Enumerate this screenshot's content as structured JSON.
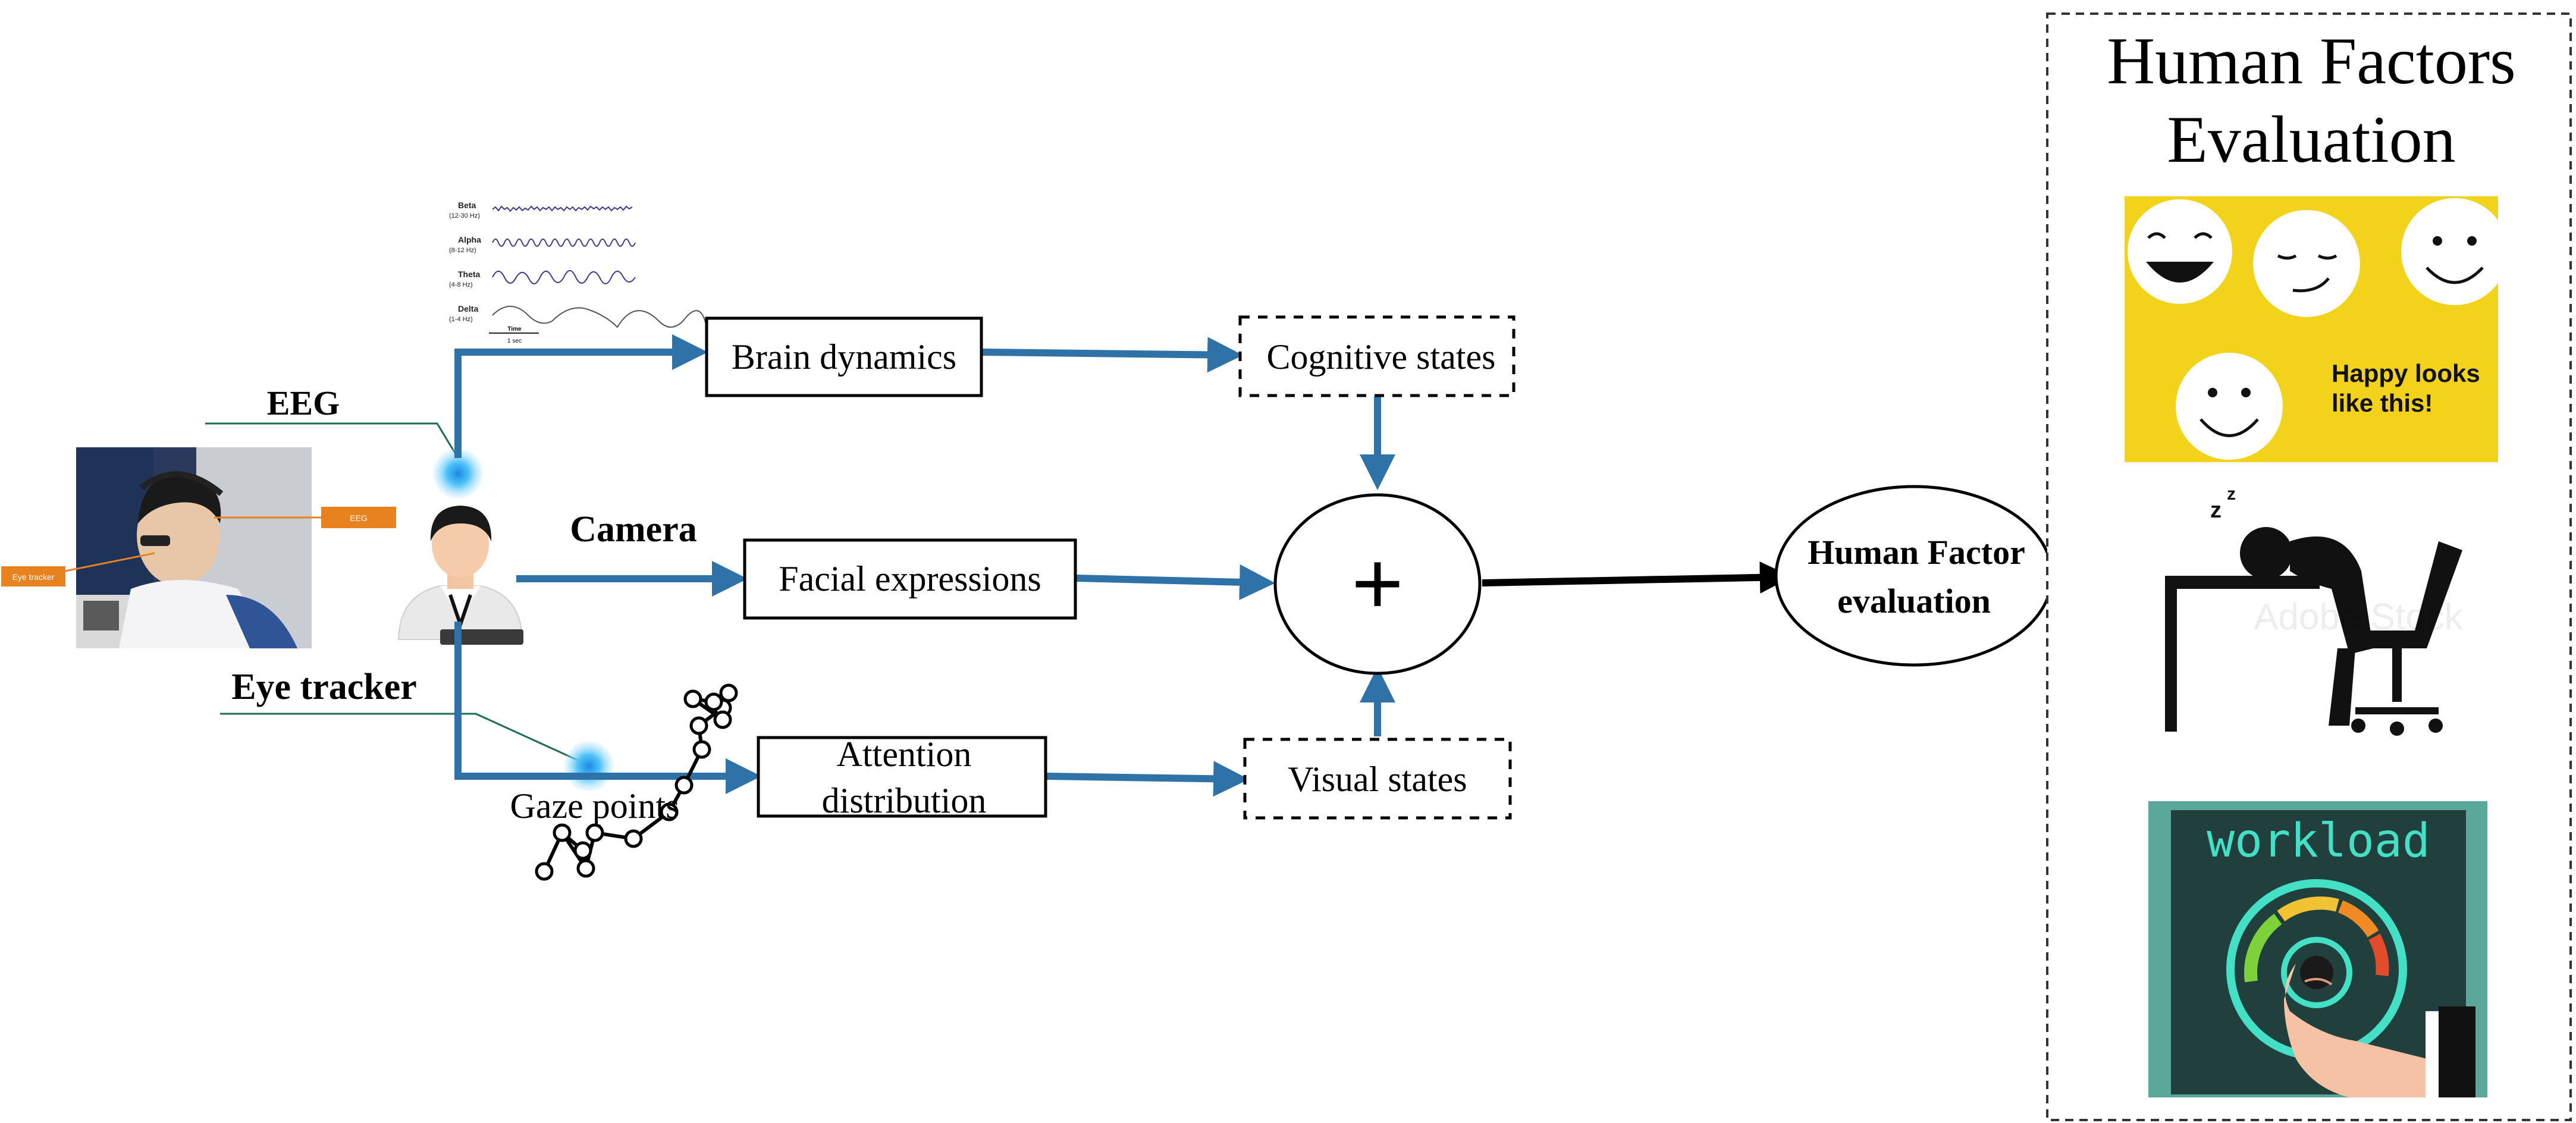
{
  "colors": {
    "flow_arrow": "#2e72a8",
    "output_arrow": "#000000",
    "sensor_glow": "#4fc3f7",
    "label_orange": "#e8821e",
    "happy_panel": "#f3d21c",
    "workload_bg": "#21403d",
    "workload_text": "#43e0c6",
    "workload_frame": "#5aa89a"
  },
  "sensors": {
    "eeg_label": "EEG",
    "camera_label": "Camera",
    "eye_tracker_label": "Eye tracker"
  },
  "photo": {
    "tag_eeg": "EEG",
    "tag_eye": "Eye tracker"
  },
  "eeg_waves": {
    "bands": [
      {
        "name": "Beta",
        "range": "(12-30 Hz)"
      },
      {
        "name": "Alpha",
        "range": "(8-12 Hz)"
      },
      {
        "name": "Theta",
        "range": "(4-8 Hz)"
      },
      {
        "name": "Delta",
        "range": "(1-4 Hz)"
      }
    ],
    "time_label": "Time",
    "scale_label": "1 sec"
  },
  "process_boxes": {
    "brain": "Brain dynamics",
    "facial": "Facial expressions",
    "attention_line1": "Attention",
    "attention_line2": "distribution"
  },
  "gaze_label": "Gaze points",
  "states": {
    "cognitive": "Cognitive states",
    "visual": "Visual states"
  },
  "combine_symbol": "+",
  "output": {
    "line1": "Human Factor",
    "line2": "evaluation"
  },
  "evaluation_panel": {
    "title_line1": "Human Factors",
    "title_line2": "Evaluation",
    "happy_caption_line1": "Happy looks",
    "happy_caption_line2": "like this!",
    "stock_watermark": "Adobe Stock",
    "workload_title": "workload"
  }
}
